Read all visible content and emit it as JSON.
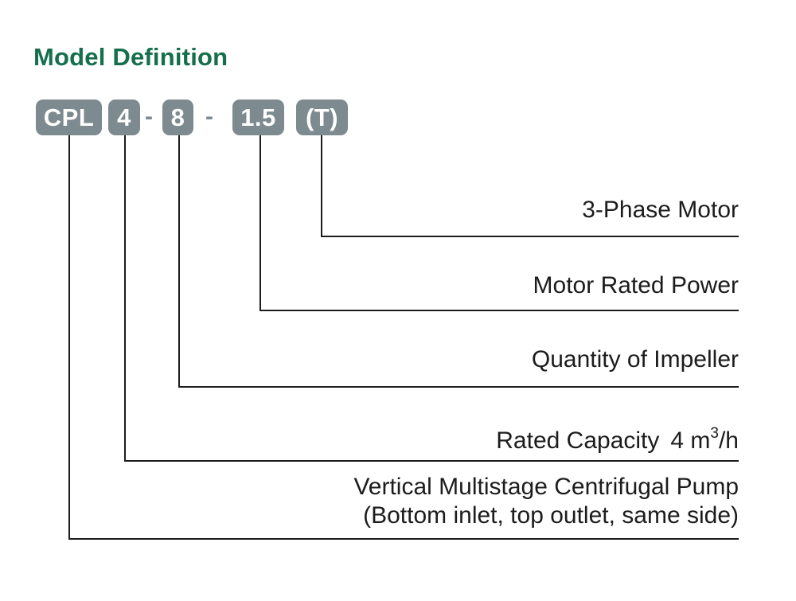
{
  "page": {
    "background_color": "#ffffff",
    "line_color": "#1c1c1c",
    "accent_green": "#156f4c",
    "badge_gray": "#7d8a90"
  },
  "title": {
    "text": "Model Definition"
  },
  "model_code": {
    "separator": "-",
    "badges": [
      {
        "id": "series",
        "text": "CPL"
      },
      {
        "id": "rated-capacity",
        "text": "4"
      },
      {
        "id": "impeller-qty",
        "text": "8"
      },
      {
        "id": "motor-power",
        "text": "1.5"
      },
      {
        "id": "phase-option",
        "text": "(T)"
      }
    ]
  },
  "legend": {
    "items": [
      {
        "label": "3-Phase Motor"
      },
      {
        "label": "Motor Rated Power"
      },
      {
        "label": "Quantity of Impeller"
      },
      {
        "label": "Rated Capacity",
        "value_prefix": "4 m",
        "value_sup": "3",
        "value_suffix": "/h"
      },
      {
        "label": "Vertical Multistage Centrifugal Pump",
        "label_line2": "(Bottom inlet, top outlet, same side)"
      }
    ]
  }
}
